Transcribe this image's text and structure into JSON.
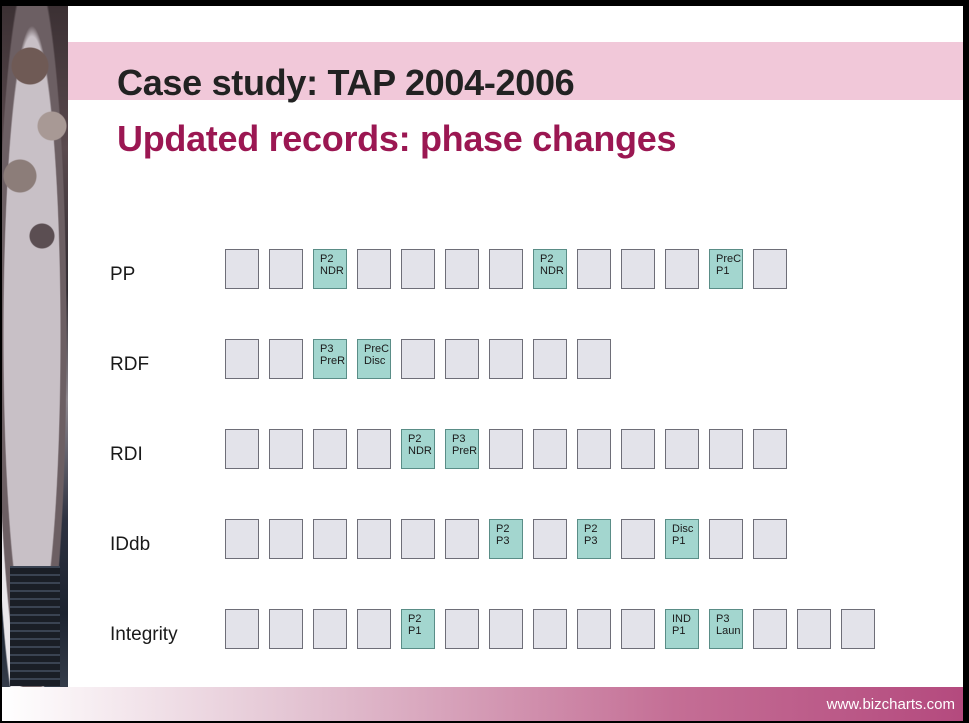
{
  "slide": {
    "title": "Case study: TAP 2004-2006",
    "subtitle": "Updated records: phase changes",
    "footer_url": "www.bizcharts.com"
  },
  "rows": [
    {
      "label": "PP",
      "boxes": [
        "",
        "",
        "P2\nNDR",
        "",
        "",
        "",
        "",
        "P2\nNDR",
        "",
        "",
        "",
        "PreC\nP1",
        ""
      ]
    },
    {
      "label": "RDF",
      "boxes": [
        "",
        "",
        "P3\nPreR",
        "PreC\nDisc",
        "",
        "",
        "",
        "",
        ""
      ]
    },
    {
      "label": "RDI",
      "boxes": [
        "",
        "",
        "",
        "",
        "P2\nNDR",
        "P3\nPreR",
        "",
        "",
        "",
        "",
        "",
        "",
        ""
      ]
    },
    {
      "label": "IDdb",
      "boxes": [
        "",
        "",
        "",
        "",
        "",
        "",
        "P2\nP3",
        "",
        "P2\nP3",
        "",
        "Disc\nP1",
        "",
        ""
      ]
    },
    {
      "label": "Integrity",
      "boxes": [
        "",
        "",
        "",
        "",
        "P2\nP1",
        "",
        "",
        "",
        "",
        "",
        "IND\nP1",
        "P3\nLaun",
        "",
        "",
        ""
      ]
    }
  ],
  "colors": {
    "active_box": "#a3d6cf",
    "empty_box": "#e3e3ea",
    "title_accent": "#9b1752",
    "header_band": "#f1c8d9"
  }
}
